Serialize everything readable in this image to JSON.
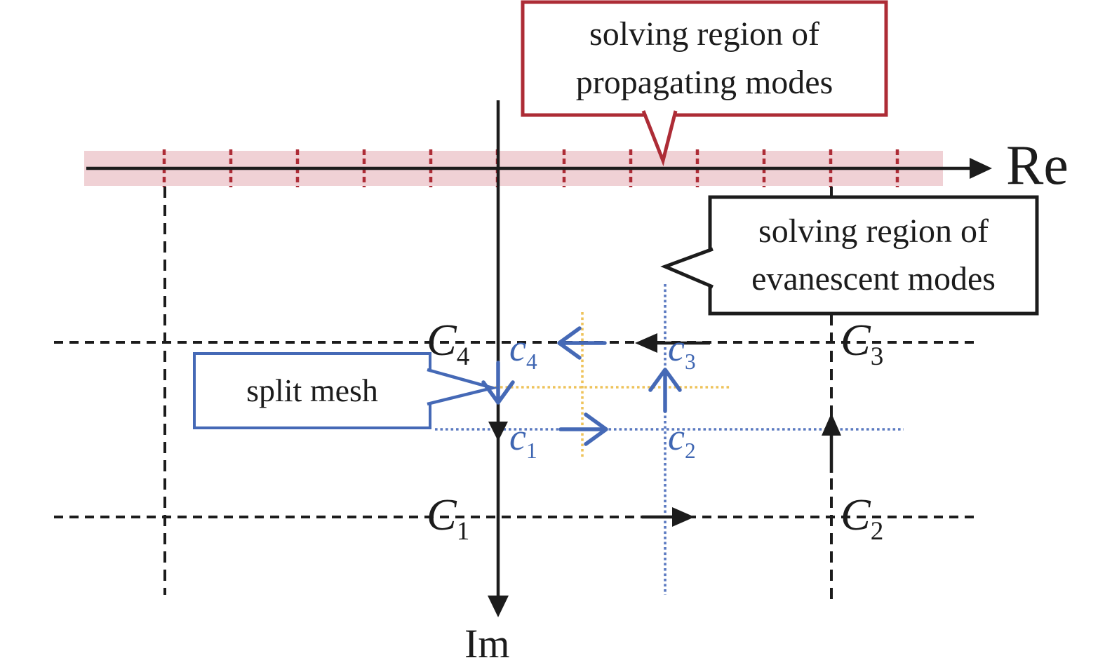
{
  "figure": {
    "axis_labels": {
      "real": "Re",
      "imaginary": "Im"
    },
    "callout_propagating": {
      "line1": "solving region of",
      "line2": "propagating modes"
    },
    "callout_evanescent": {
      "line1": "solving region of",
      "line2": "evanescent modes"
    },
    "callout_split_mesh": {
      "label": "split mesh"
    },
    "contour_labels": {
      "C4": {
        "base": "C",
        "sub": "4"
      },
      "C3": {
        "base": "C",
        "sub": "3"
      },
      "C1": {
        "base": "C",
        "sub": "1"
      },
      "C2": {
        "base": "C",
        "sub": "2"
      }
    },
    "mesh_labels": {
      "c4": {
        "base": "c",
        "sub": "4"
      },
      "c3": {
        "base": "c",
        "sub": "3"
      },
      "c1": {
        "base": "c",
        "sub": "1"
      },
      "c2": {
        "base": "c",
        "sub": "2"
      }
    },
    "colors": {
      "highlight_band": "#f0d1d5",
      "red_accent": "#ad2c36",
      "ink": "#1c1c1c",
      "blue_accent": "#4569b6",
      "blue_dotted": "#5b7ac1",
      "yellow_accent": "#eec35c",
      "label_blue": "#3f66b2",
      "box_fill": "#ffffff"
    }
  }
}
